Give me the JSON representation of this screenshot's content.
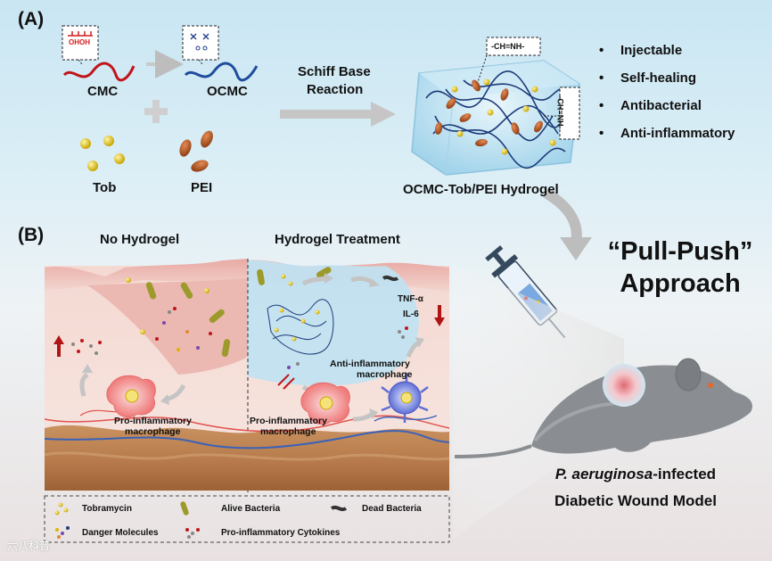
{
  "panel_a": {
    "label": "(A)",
    "cmc": "CMC",
    "ocmc": "OCMC",
    "tob": "Tob",
    "pei": "PEI",
    "reaction_line1": "Schiff Base",
    "reaction_line2": "Reaction",
    "cmc_inset_text": "OHOH",
    "bond_label_top": "-CH=NH-",
    "bond_label_side": "-CH=NH-",
    "product": "OCMC-Tob/PEI Hydrogel",
    "features": [
      "Injectable",
      "Self-healing",
      "Antibacterial",
      "Anti-inflammatory"
    ]
  },
  "panel_b": {
    "label": "(B)",
    "no_hydrogel": "No Hydrogel",
    "hydrogel_treatment": "Hydrogel Treatment",
    "pro_inflam_left_1": "Pro-inflammatory",
    "pro_inflam_left_2": "macrophage",
    "pro_inflam_right_1": "Pro-inflammatory",
    "pro_inflam_right_2": "macrophage",
    "anti_inflam_1": "Anti-inflammatory",
    "anti_inflam_2": "macrophage",
    "tnf": "TNF-α",
    "il6": "IL-6"
  },
  "legend": {
    "tobramycin": "Tobramycin",
    "alive_bacteria": "Alive Bacteria",
    "dead_bacteria": "Dead Bacteria",
    "danger_molecules": "Danger Molecules",
    "cytokines": "Pro-inflammatory Cytokines"
  },
  "approach_line1": "“Pull-Push”",
  "approach_line2": "Approach",
  "model_italic": "P. aeruginosa",
  "model_rest": "-infected",
  "model_line2": "Diabetic Wound Model",
  "watermark": "六八科普"
}
